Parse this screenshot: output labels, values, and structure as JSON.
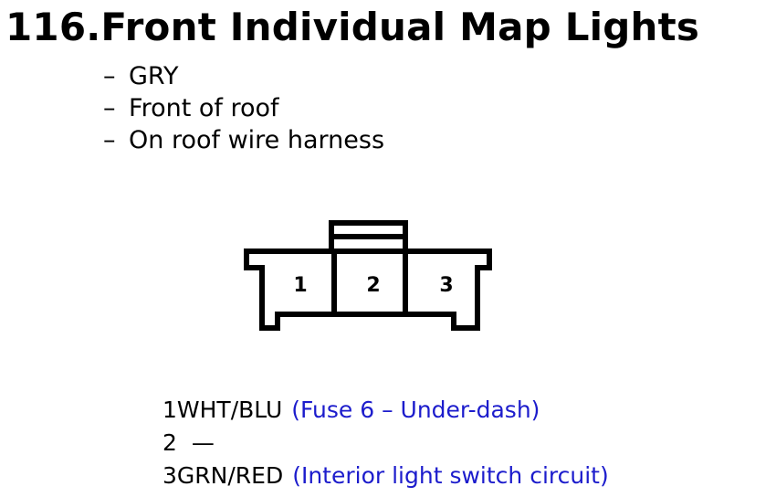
{
  "title": "116.Front Individual Map Lights",
  "details": [
    "GRY",
    "Front of roof",
    "On roof wire harness"
  ],
  "dash_glyph": "–",
  "connector": {
    "pin_labels": [
      "1",
      "2",
      "3"
    ]
  },
  "pins": [
    {
      "number": "1",
      "wire": "WHT/BLU",
      "note": "(Fuse 6 – Under-dash)"
    },
    {
      "number": "2",
      "wire": "—",
      "note": ""
    },
    {
      "number": "3",
      "wire": "GRN/RED",
      "note": "(Interior light switch circuit)"
    }
  ],
  "colors": {
    "note": "#1c1ccc",
    "text": "#000000",
    "background": "#ffffff"
  }
}
